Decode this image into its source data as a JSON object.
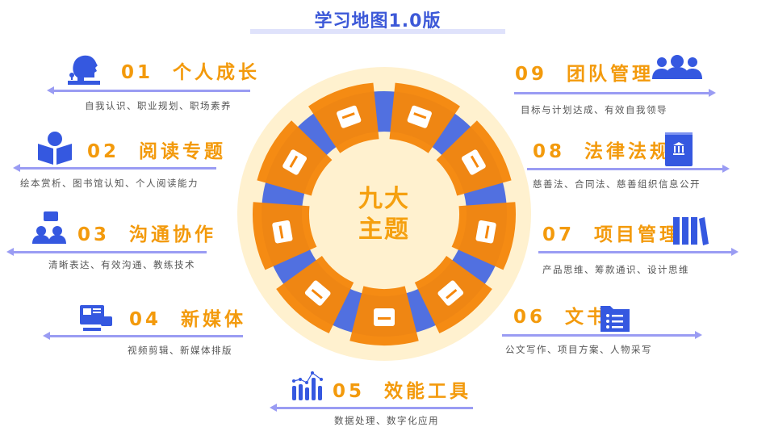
{
  "title": "学习地图1.0版",
  "center": {
    "line1": "九大",
    "line2": "主题"
  },
  "colors": {
    "orange": "#f5870c",
    "blue": "#5170e0",
    "cream": "#fff1cf",
    "title_orange": "#f39a0c",
    "icon_blue": "#3558e0"
  },
  "topics": [
    {
      "num": "01",
      "name": "个人成长",
      "desc": "自我认识、职业规划、职场素养",
      "icon": "head-growth-icon"
    },
    {
      "num": "02",
      "name": "阅读专题",
      "desc": "绘本赏析、图书馆认知、个人阅读能力",
      "icon": "reading-icon"
    },
    {
      "num": "03",
      "name": "沟通协作",
      "desc": "清晰表达、有效沟通、教练技术",
      "icon": "chat-icon"
    },
    {
      "num": "04",
      "name": "新媒体",
      "desc": "视频剪辑、新媒体排版",
      "icon": "media-icon"
    },
    {
      "num": "05",
      "name": "效能工具",
      "desc": "数据处理、数字化应用",
      "icon": "chart-icon"
    },
    {
      "num": "06",
      "name": "文书",
      "desc": "公文写作、项目方案、人物采写",
      "icon": "document-icon"
    },
    {
      "num": "07",
      "name": "项目管理",
      "desc": "产品思维、筹款通识、设计思维",
      "icon": "books-icon"
    },
    {
      "num": "08",
      "name": "法律法规",
      "desc": "慈善法、合同法、慈善组织信息公开",
      "icon": "law-book-icon"
    },
    {
      "num": "09",
      "name": "团队管理",
      "desc": "目标与计划达成、有效自我领导",
      "icon": "team-icon"
    }
  ]
}
